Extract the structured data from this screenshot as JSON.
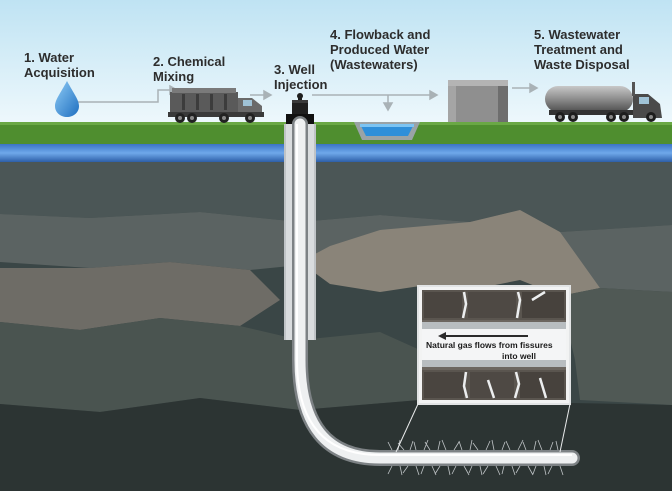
{
  "steps": [
    {
      "line1": "1. Water",
      "line2": "Acquisition"
    },
    {
      "line1": "2. Chemical",
      "line2": "Mixing"
    },
    {
      "line1": "3. Well",
      "line2": "Injection"
    },
    {
      "line1": "4. Flowback and",
      "line2": "Produced Water",
      "line3": "(Wastewaters)"
    },
    {
      "line1": "5. Wastewater",
      "line2": "Treatment and",
      "line3": "Waste Disposal"
    }
  ],
  "callout": {
    "line1": "Natural gas flows from fissures",
    "line2": "into well"
  },
  "colors": {
    "sky_top": "#bfe3f3",
    "sky_bottom": "#e8f5fb",
    "grass": "#4d8c2f",
    "aquifer": "#3f7fd0",
    "rock_dark": "#2f3a3b",
    "rock_light": "#8a8479"
  }
}
